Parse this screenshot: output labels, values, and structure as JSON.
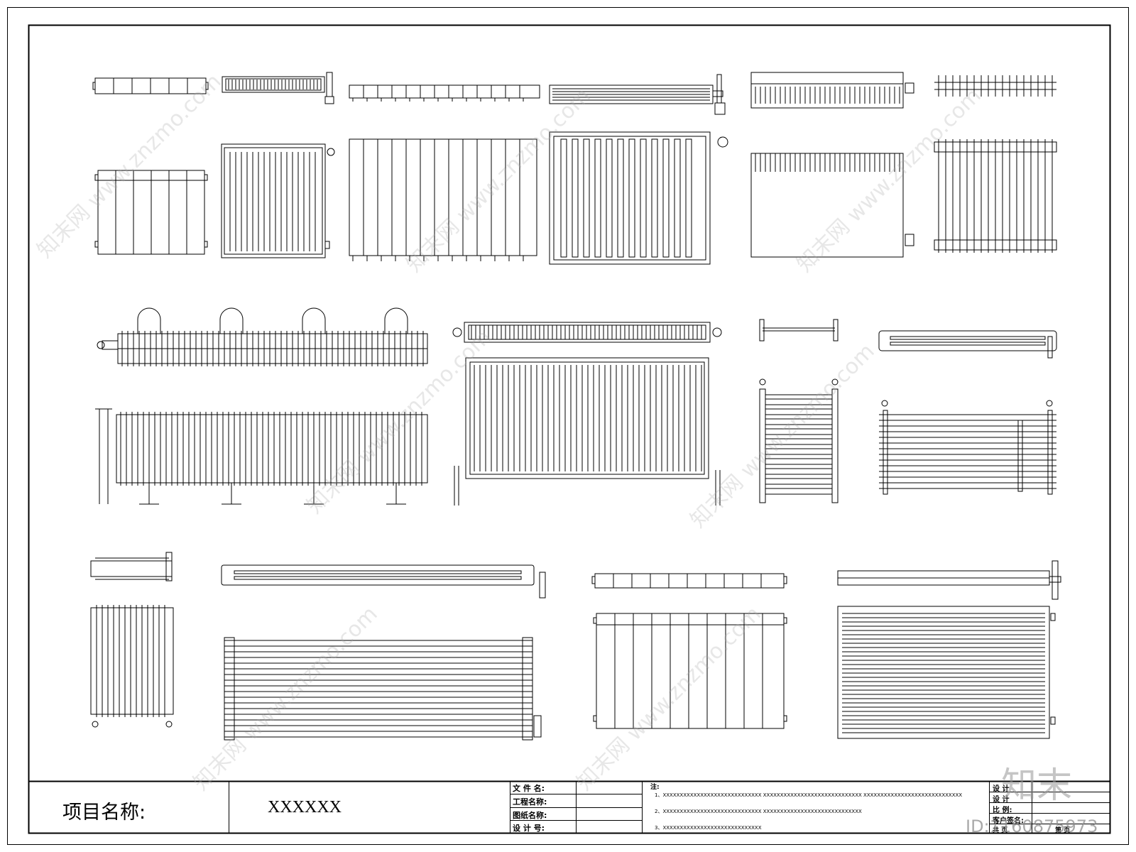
{
  "title_block": {
    "project_label": "项目名称:",
    "project_value": "XXXXXX",
    "field_labels": [
      "文 件 名:",
      "工程名称:",
      "图纸名称:",
      "设 计 号:"
    ],
    "notes_label": "注:",
    "notes": [
      "1、XXXXXXXXXXXXXXXXXXXXXXXXXXXXX     XXXXXXXXXXXXXXXXXXXXXXXXXXXXX     XXXXXXXXXXXXXXXXXXXXXXXXXXXXX",
      "2、XXXXXXXXXXXXXXXXXXXXXXXXXXXXX     XXXXXXXXXXXXXXXXXXXXXXXXXXXXX",
      "3、XXXXXXXXXXXXXXXXXXXXXXXXXXXXX"
    ],
    "right_labels": [
      "设 计",
      "设 计",
      "比  例:",
      "客户签名:",
      "共    页"
    ],
    "right_extra": [
      "第    页"
    ]
  },
  "watermark": {
    "url": "www.znzmo.com",
    "brand": "知末网",
    "logo": "知末",
    "id_text": "ID:1160875973"
  },
  "colors": {
    "line": "#000000",
    "watermark": "#aaaaaa"
  }
}
